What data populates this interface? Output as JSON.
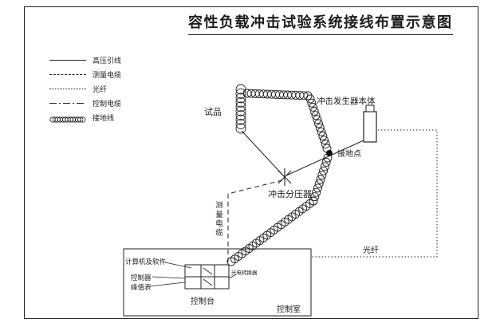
{
  "title": "容性负载冲击试验系统接线布置示意图",
  "legend": {
    "items": [
      {
        "label": "高压引线",
        "style": "solid"
      },
      {
        "label": "测量电缆",
        "style": "dashed"
      },
      {
        "label": "光纤",
        "style": "dotted"
      },
      {
        "label": "控制电缆",
        "style": "dashdot"
      },
      {
        "label": "接地线",
        "style": "coil"
      }
    ]
  },
  "components": {
    "test_object": "试品",
    "generator_body": "冲击发生器本体",
    "ground_point": "接地点",
    "impulse_divider": "冲击分压器",
    "measurement_cable": "测量电缆",
    "optical_fiber": "光纤",
    "computer_software": "计算机及软件",
    "controller": "控制器",
    "peak_meter": "峰值表",
    "console": "控制台",
    "control_room": "控制室",
    "photoelectric_converter": "光电转换器"
  },
  "colors": {
    "line": "#1c1c1c",
    "background": "#ffffff"
  }
}
